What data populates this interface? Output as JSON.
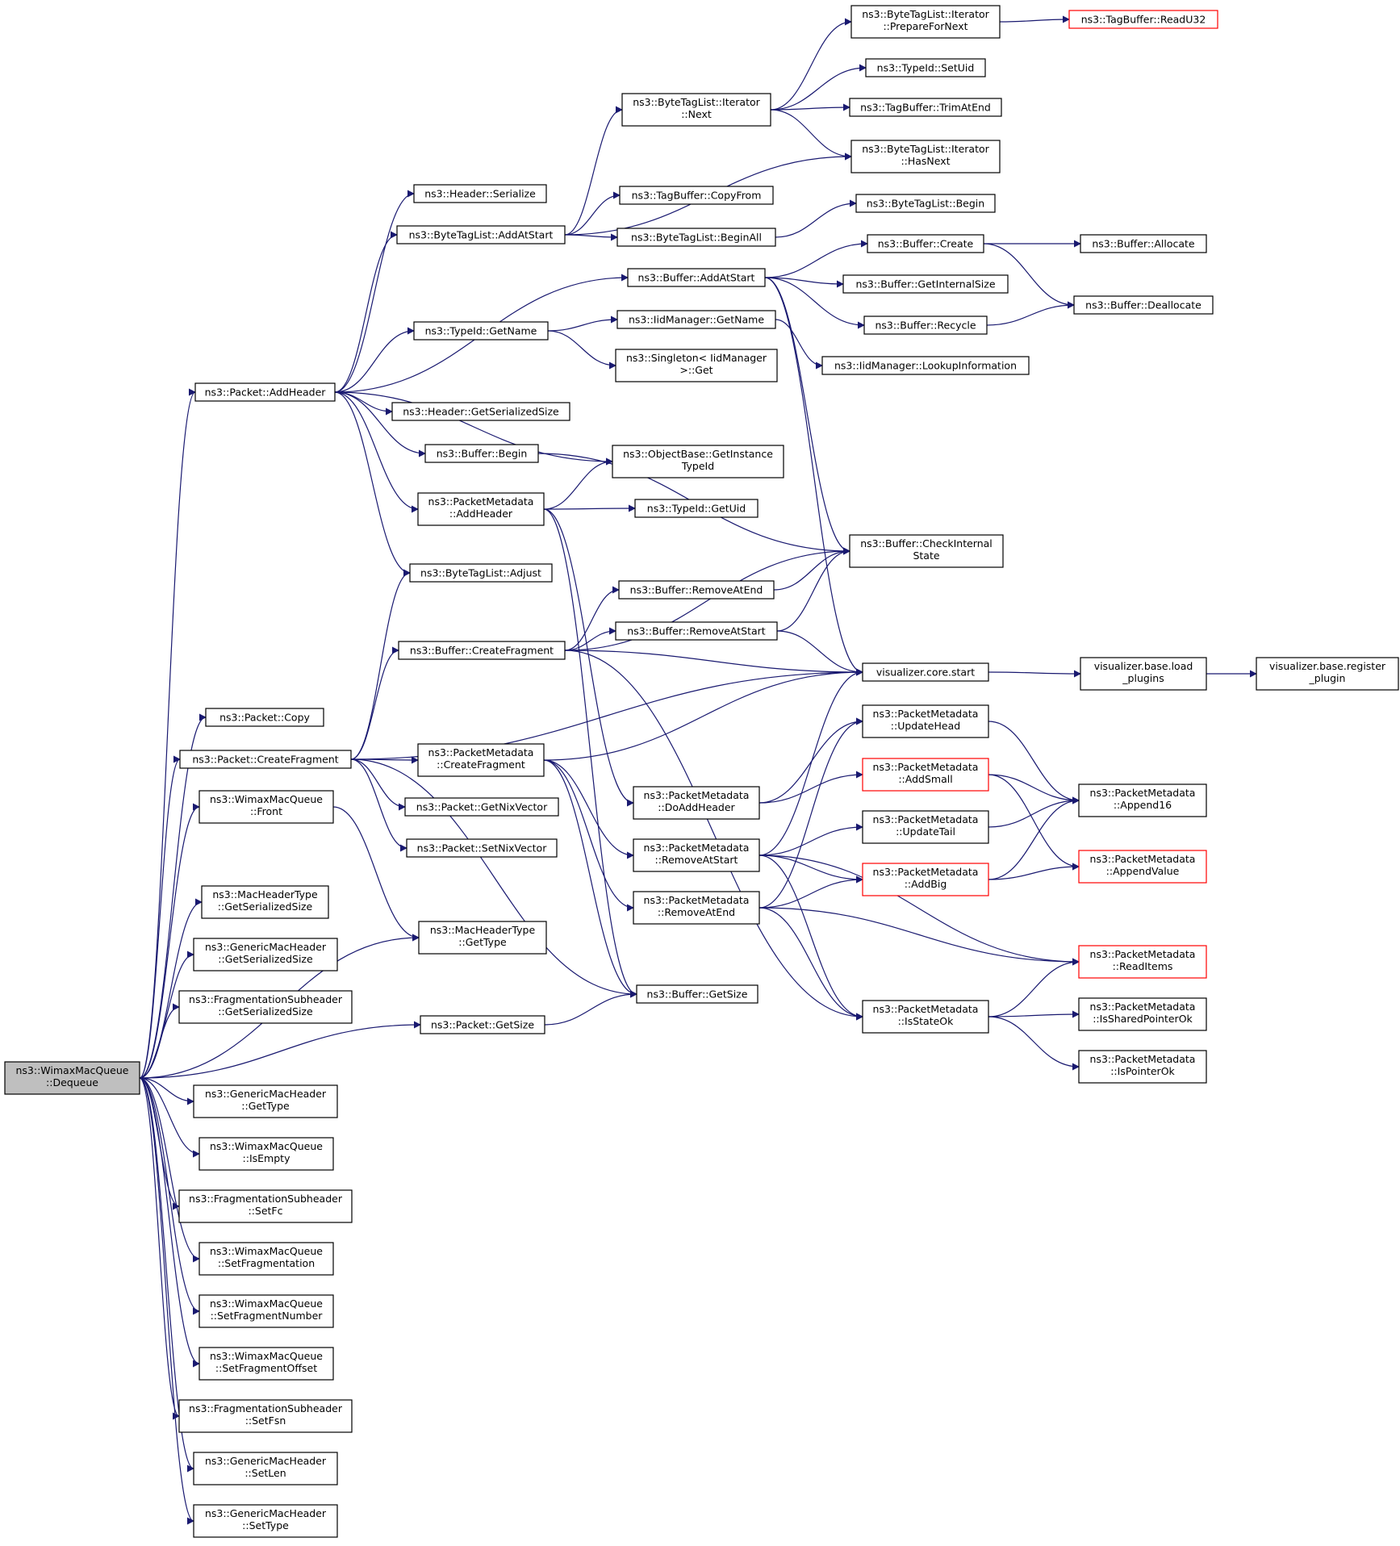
{
  "colors": {
    "edge": "#191970",
    "border": "#000000",
    "missing": "#ff0000",
    "root_fill": "#bfbfbf",
    "fill": "#ffffff",
    "text": "#000000"
  },
  "nodes": [
    {
      "id": "dequeue",
      "lines": [
        "ns3::WimaxMacQueue",
        "::Dequeue"
      ],
      "root": true
    },
    {
      "id": "packet-addheader",
      "lines": [
        "ns3::Packet::AddHeader"
      ]
    },
    {
      "id": "packet-copy",
      "lines": [
        "ns3::Packet::Copy"
      ]
    },
    {
      "id": "packet-createfragment",
      "lines": [
        "ns3::Packet::CreateFragment"
      ]
    },
    {
      "id": "queue-front",
      "lines": [
        "ns3::WimaxMacQueue",
        "::Front"
      ]
    },
    {
      "id": "machdrtype-getsersize",
      "lines": [
        "ns3::MacHeaderType",
        "::GetSerializedSize"
      ]
    },
    {
      "id": "genmachdr-getsersize",
      "lines": [
        "ns3::GenericMacHeader",
        "::GetSerializedSize"
      ]
    },
    {
      "id": "fragsub-getsersize",
      "lines": [
        "ns3::FragmentationSubheader",
        "::GetSerializedSize"
      ]
    },
    {
      "id": "genmachdr-gettype",
      "lines": [
        "ns3::GenericMacHeader",
        "::GetType"
      ]
    },
    {
      "id": "queue-isempty",
      "lines": [
        "ns3::WimaxMacQueue",
        "::IsEmpty"
      ]
    },
    {
      "id": "fragsub-setfc",
      "lines": [
        "ns3::FragmentationSubheader",
        "::SetFc"
      ]
    },
    {
      "id": "queue-setfragmentation",
      "lines": [
        "ns3::WimaxMacQueue",
        "::SetFragmentation"
      ]
    },
    {
      "id": "queue-setfragnum",
      "lines": [
        "ns3::WimaxMacQueue",
        "::SetFragmentNumber"
      ]
    },
    {
      "id": "queue-setfragoffset",
      "lines": [
        "ns3::WimaxMacQueue",
        "::SetFragmentOffset"
      ]
    },
    {
      "id": "fragsub-setfsn",
      "lines": [
        "ns3::FragmentationSubheader",
        "::SetFsn"
      ]
    },
    {
      "id": "genmachdr-setlen",
      "lines": [
        "ns3::GenericMacHeader",
        "::SetLen"
      ]
    },
    {
      "id": "genmachdr-settype",
      "lines": [
        "ns3::GenericMacHeader",
        "::SetType"
      ]
    },
    {
      "id": "header-serialize",
      "lines": [
        "ns3::Header::Serialize"
      ]
    },
    {
      "id": "btl-addatstart",
      "lines": [
        "ns3::ByteTagList::AddAtStart"
      ]
    },
    {
      "id": "typeid-getname",
      "lines": [
        "ns3::TypeId::GetName"
      ]
    },
    {
      "id": "header-getsersize",
      "lines": [
        "ns3::Header::GetSerializedSize"
      ]
    },
    {
      "id": "buffer-begin",
      "lines": [
        "ns3::Buffer::Begin"
      ]
    },
    {
      "id": "pm-addheader",
      "lines": [
        "ns3::PacketMetadata",
        "::AddHeader"
      ]
    },
    {
      "id": "btl-adjust",
      "lines": [
        "ns3::ByteTagList::Adjust"
      ]
    },
    {
      "id": "buffer-createfragment",
      "lines": [
        "ns3::Buffer::CreateFragment"
      ]
    },
    {
      "id": "pm-createfragment",
      "lines": [
        "ns3::PacketMetadata",
        "::CreateFragment"
      ]
    },
    {
      "id": "packet-getnixvector",
      "lines": [
        "ns3::Packet::GetNixVector"
      ]
    },
    {
      "id": "packet-setnixvector",
      "lines": [
        "ns3::Packet::SetNixVector"
      ]
    },
    {
      "id": "machdrtype-gettype",
      "lines": [
        "ns3::MacHeaderType",
        "::GetType"
      ]
    },
    {
      "id": "packet-getsize",
      "lines": [
        "ns3::Packet::GetSize"
      ]
    },
    {
      "id": "btl-iter-next",
      "lines": [
        "ns3::ByteTagList::Iterator",
        "::Next"
      ]
    },
    {
      "id": "tagbuffer-copyfrom",
      "lines": [
        "ns3::TagBuffer::CopyFrom"
      ]
    },
    {
      "id": "btl-beginall",
      "lines": [
        "ns3::ByteTagList::BeginAll"
      ]
    },
    {
      "id": "buffer-addatstart",
      "lines": [
        "ns3::Buffer::AddAtStart"
      ]
    },
    {
      "id": "iidmgr-getname",
      "lines": [
        "ns3::IidManager::GetName"
      ]
    },
    {
      "id": "singleton-get",
      "lines": [
        "ns3::Singleton< IidManager",
        ">::Get"
      ]
    },
    {
      "id": "objbase-getinstancetypeid",
      "lines": [
        "ns3::ObjectBase::GetInstance",
        "TypeId"
      ]
    },
    {
      "id": "typeid-getuid",
      "lines": [
        "ns3::TypeId::GetUid"
      ]
    },
    {
      "id": "buffer-removeatend",
      "lines": [
        "ns3::Buffer::RemoveAtEnd"
      ]
    },
    {
      "id": "buffer-removeatstart",
      "lines": [
        "ns3::Buffer::RemoveAtStart"
      ]
    },
    {
      "id": "pm-doaddheader",
      "lines": [
        "ns3::PacketMetadata",
        "::DoAddHeader"
      ]
    },
    {
      "id": "pm-removeatstart",
      "lines": [
        "ns3::PacketMetadata",
        "::RemoveAtStart"
      ]
    },
    {
      "id": "pm-removeatend",
      "lines": [
        "ns3::PacketMetadata",
        "::RemoveAtEnd"
      ]
    },
    {
      "id": "buffer-getsize",
      "lines": [
        "ns3::Buffer::GetSize"
      ]
    },
    {
      "id": "btl-iter-preparefornext",
      "lines": [
        "ns3::ByteTagList::Iterator",
        "::PrepareForNext"
      ]
    },
    {
      "id": "typeid-setuid",
      "lines": [
        "ns3::TypeId::SetUid"
      ]
    },
    {
      "id": "tagbuffer-trimatend",
      "lines": [
        "ns3::TagBuffer::TrimAtEnd"
      ]
    },
    {
      "id": "btl-iter-hasnext",
      "lines": [
        "ns3::ByteTagList::Iterator",
        "::HasNext"
      ]
    },
    {
      "id": "btl-begin",
      "lines": [
        "ns3::ByteTagList::Begin"
      ]
    },
    {
      "id": "buffer-create",
      "lines": [
        "ns3::Buffer::Create"
      ]
    },
    {
      "id": "buffer-getinternalsize",
      "lines": [
        "ns3::Buffer::GetInternalSize"
      ]
    },
    {
      "id": "buffer-recycle",
      "lines": [
        "ns3::Buffer::Recycle"
      ]
    },
    {
      "id": "iidmgr-lookupinfo",
      "lines": [
        "ns3::IidManager::LookupInformation"
      ]
    },
    {
      "id": "buffer-checkinternalstate",
      "lines": [
        "ns3::Buffer::CheckInternal",
        "State"
      ]
    },
    {
      "id": "viz-core-start",
      "lines": [
        "visualizer.core.start"
      ]
    },
    {
      "id": "pm-updatehead",
      "lines": [
        "ns3::PacketMetadata",
        "::UpdateHead"
      ]
    },
    {
      "id": "pm-addsmall",
      "lines": [
        "ns3::PacketMetadata",
        "::AddSmall"
      ],
      "missing": true
    },
    {
      "id": "pm-updatetail",
      "lines": [
        "ns3::PacketMetadata",
        "::UpdateTail"
      ]
    },
    {
      "id": "pm-addbig",
      "lines": [
        "ns3::PacketMetadata",
        "::AddBig"
      ],
      "missing": true
    },
    {
      "id": "pm-isstateok",
      "lines": [
        "ns3::PacketMetadata",
        "::IsStateOk"
      ]
    },
    {
      "id": "tagbuffer-readu32",
      "lines": [
        "ns3::TagBuffer::ReadU32"
      ],
      "missing": true
    },
    {
      "id": "buffer-allocate",
      "lines": [
        "ns3::Buffer::Allocate"
      ]
    },
    {
      "id": "buffer-deallocate",
      "lines": [
        "ns3::Buffer::Deallocate"
      ]
    },
    {
      "id": "viz-base-loadplugins",
      "lines": [
        "visualizer.base.load",
        "_plugins"
      ]
    },
    {
      "id": "pm-append16",
      "lines": [
        "ns3::PacketMetadata",
        "::Append16"
      ]
    },
    {
      "id": "pm-appendvalue",
      "lines": [
        "ns3::PacketMetadata",
        "::AppendValue"
      ],
      "missing": true
    },
    {
      "id": "pm-readitems",
      "lines": [
        "ns3::PacketMetadata",
        "::ReadItems"
      ],
      "missing": true
    },
    {
      "id": "pm-issharedpointerok",
      "lines": [
        "ns3::PacketMetadata",
        "::IsSharedPointerOk"
      ]
    },
    {
      "id": "pm-ispointerok",
      "lines": [
        "ns3::PacketMetadata",
        "::IsPointerOk"
      ]
    },
    {
      "id": "viz-base-registerplugin",
      "lines": [
        "visualizer.base.register",
        "_plugin"
      ]
    }
  ],
  "edges": [
    [
      "dequeue",
      "packet-addheader"
    ],
    [
      "dequeue",
      "packet-copy"
    ],
    [
      "dequeue",
      "packet-createfragment"
    ],
    [
      "dequeue",
      "queue-front"
    ],
    [
      "dequeue",
      "machdrtype-getsersize"
    ],
    [
      "dequeue",
      "genmachdr-getsersize"
    ],
    [
      "dequeue",
      "fragsub-getsersize"
    ],
    [
      "dequeue",
      "packet-getsize"
    ],
    [
      "dequeue",
      "machdrtype-gettype"
    ],
    [
      "dequeue",
      "genmachdr-gettype"
    ],
    [
      "dequeue",
      "queue-isempty"
    ],
    [
      "dequeue",
      "fragsub-setfc"
    ],
    [
      "dequeue",
      "queue-setfragmentation"
    ],
    [
      "dequeue",
      "queue-setfragnum"
    ],
    [
      "dequeue",
      "queue-setfragoffset"
    ],
    [
      "dequeue",
      "fragsub-setfsn"
    ],
    [
      "dequeue",
      "genmachdr-setlen"
    ],
    [
      "dequeue",
      "genmachdr-settype"
    ],
    [
      "packet-addheader",
      "header-serialize"
    ],
    [
      "packet-addheader",
      "btl-addatstart"
    ],
    [
      "packet-addheader",
      "buffer-addatstart"
    ],
    [
      "packet-addheader",
      "typeid-getname"
    ],
    [
      "packet-addheader",
      "header-getsersize"
    ],
    [
      "packet-addheader",
      "buffer-begin"
    ],
    [
      "packet-addheader",
      "objbase-getinstancetypeid"
    ],
    [
      "packet-addheader",
      "pm-addheader"
    ],
    [
      "packet-addheader",
      "btl-adjust"
    ],
    [
      "packet-createfragment",
      "btl-adjust"
    ],
    [
      "packet-createfragment",
      "buffer-createfragment"
    ],
    [
      "packet-createfragment",
      "pm-createfragment"
    ],
    [
      "packet-createfragment",
      "packet-getnixvector"
    ],
    [
      "packet-createfragment",
      "packet-setnixvector"
    ],
    [
      "packet-createfragment",
      "viz-core-start"
    ],
    [
      "packet-createfragment",
      "buffer-getsize"
    ],
    [
      "queue-front",
      "machdrtype-gettype"
    ],
    [
      "btl-addatstart",
      "btl-iter-next"
    ],
    [
      "btl-addatstart",
      "tagbuffer-copyfrom"
    ],
    [
      "btl-addatstart",
      "btl-beginall"
    ],
    [
      "btl-addatstart",
      "btl-iter-hasnext"
    ],
    [
      "btl-iter-next",
      "btl-iter-preparefornext"
    ],
    [
      "btl-iter-next",
      "typeid-setuid"
    ],
    [
      "btl-iter-next",
      "tagbuffer-trimatend"
    ],
    [
      "btl-iter-next",
      "btl-iter-hasnext"
    ],
    [
      "btl-iter-preparefornext",
      "tagbuffer-readu32"
    ],
    [
      "btl-beginall",
      "btl-begin"
    ],
    [
      "buffer-addatstart",
      "buffer-create"
    ],
    [
      "buffer-addatstart",
      "buffer-getinternalsize"
    ],
    [
      "buffer-addatstart",
      "buffer-recycle"
    ],
    [
      "buffer-addatstart",
      "buffer-checkinternalstate"
    ],
    [
      "buffer-addatstart",
      "viz-core-start"
    ],
    [
      "buffer-create",
      "buffer-allocate"
    ],
    [
      "buffer-create",
      "buffer-deallocate"
    ],
    [
      "buffer-recycle",
      "buffer-deallocate"
    ],
    [
      "typeid-getname",
      "iidmgr-getname"
    ],
    [
      "typeid-getname",
      "singleton-get"
    ],
    [
      "iidmgr-getname",
      "iidmgr-lookupinfo"
    ],
    [
      "buffer-begin",
      "buffer-checkinternalstate"
    ],
    [
      "pm-addheader",
      "objbase-getinstancetypeid"
    ],
    [
      "pm-addheader",
      "typeid-getuid"
    ],
    [
      "pm-addheader",
      "pm-doaddheader"
    ],
    [
      "pm-addheader",
      "buffer-getsize"
    ],
    [
      "buffer-createfragment",
      "buffer-checkinternalstate"
    ],
    [
      "buffer-createfragment",
      "buffer-removeatend"
    ],
    [
      "buffer-createfragment",
      "buffer-removeatstart"
    ],
    [
      "buffer-createfragment",
      "viz-core-start"
    ],
    [
      "buffer-createfragment",
      "pm-isstateok"
    ],
    [
      "buffer-removeatend",
      "buffer-checkinternalstate"
    ],
    [
      "buffer-removeatstart",
      "buffer-checkinternalstate"
    ],
    [
      "buffer-removeatstart",
      "viz-core-start"
    ],
    [
      "pm-createfragment",
      "viz-core-start"
    ],
    [
      "pm-createfragment",
      "pm-removeatstart"
    ],
    [
      "pm-createfragment",
      "pm-removeatend"
    ],
    [
      "pm-createfragment",
      "buffer-getsize"
    ],
    [
      "pm-doaddheader",
      "pm-updatehead"
    ],
    [
      "pm-doaddheader",
      "pm-addsmall"
    ],
    [
      "pm-removeatstart",
      "viz-core-start"
    ],
    [
      "pm-removeatstart",
      "pm-updatetail"
    ],
    [
      "pm-removeatstart",
      "pm-addbig"
    ],
    [
      "pm-removeatstart",
      "pm-readitems"
    ],
    [
      "pm-removeatstart",
      "pm-isstateok"
    ],
    [
      "pm-removeatend",
      "pm-updatehead"
    ],
    [
      "pm-removeatend",
      "pm-addbig"
    ],
    [
      "pm-removeatend",
      "pm-readitems"
    ],
    [
      "pm-removeatend",
      "pm-isstateok"
    ],
    [
      "packet-getsize",
      "buffer-getsize"
    ],
    [
      "viz-core-start",
      "viz-base-loadplugins"
    ],
    [
      "viz-base-loadplugins",
      "viz-base-registerplugin"
    ],
    [
      "pm-updatehead",
      "pm-append16"
    ],
    [
      "pm-addsmall",
      "pm-append16"
    ],
    [
      "pm-addsmall",
      "pm-appendvalue"
    ],
    [
      "pm-updatetail",
      "pm-append16"
    ],
    [
      "pm-addbig",
      "pm-append16"
    ],
    [
      "pm-addbig",
      "pm-appendvalue"
    ],
    [
      "pm-isstateok",
      "pm-readitems"
    ],
    [
      "pm-isstateok",
      "pm-issharedpointerok"
    ],
    [
      "pm-isstateok",
      "pm-ispointerok"
    ]
  ]
}
